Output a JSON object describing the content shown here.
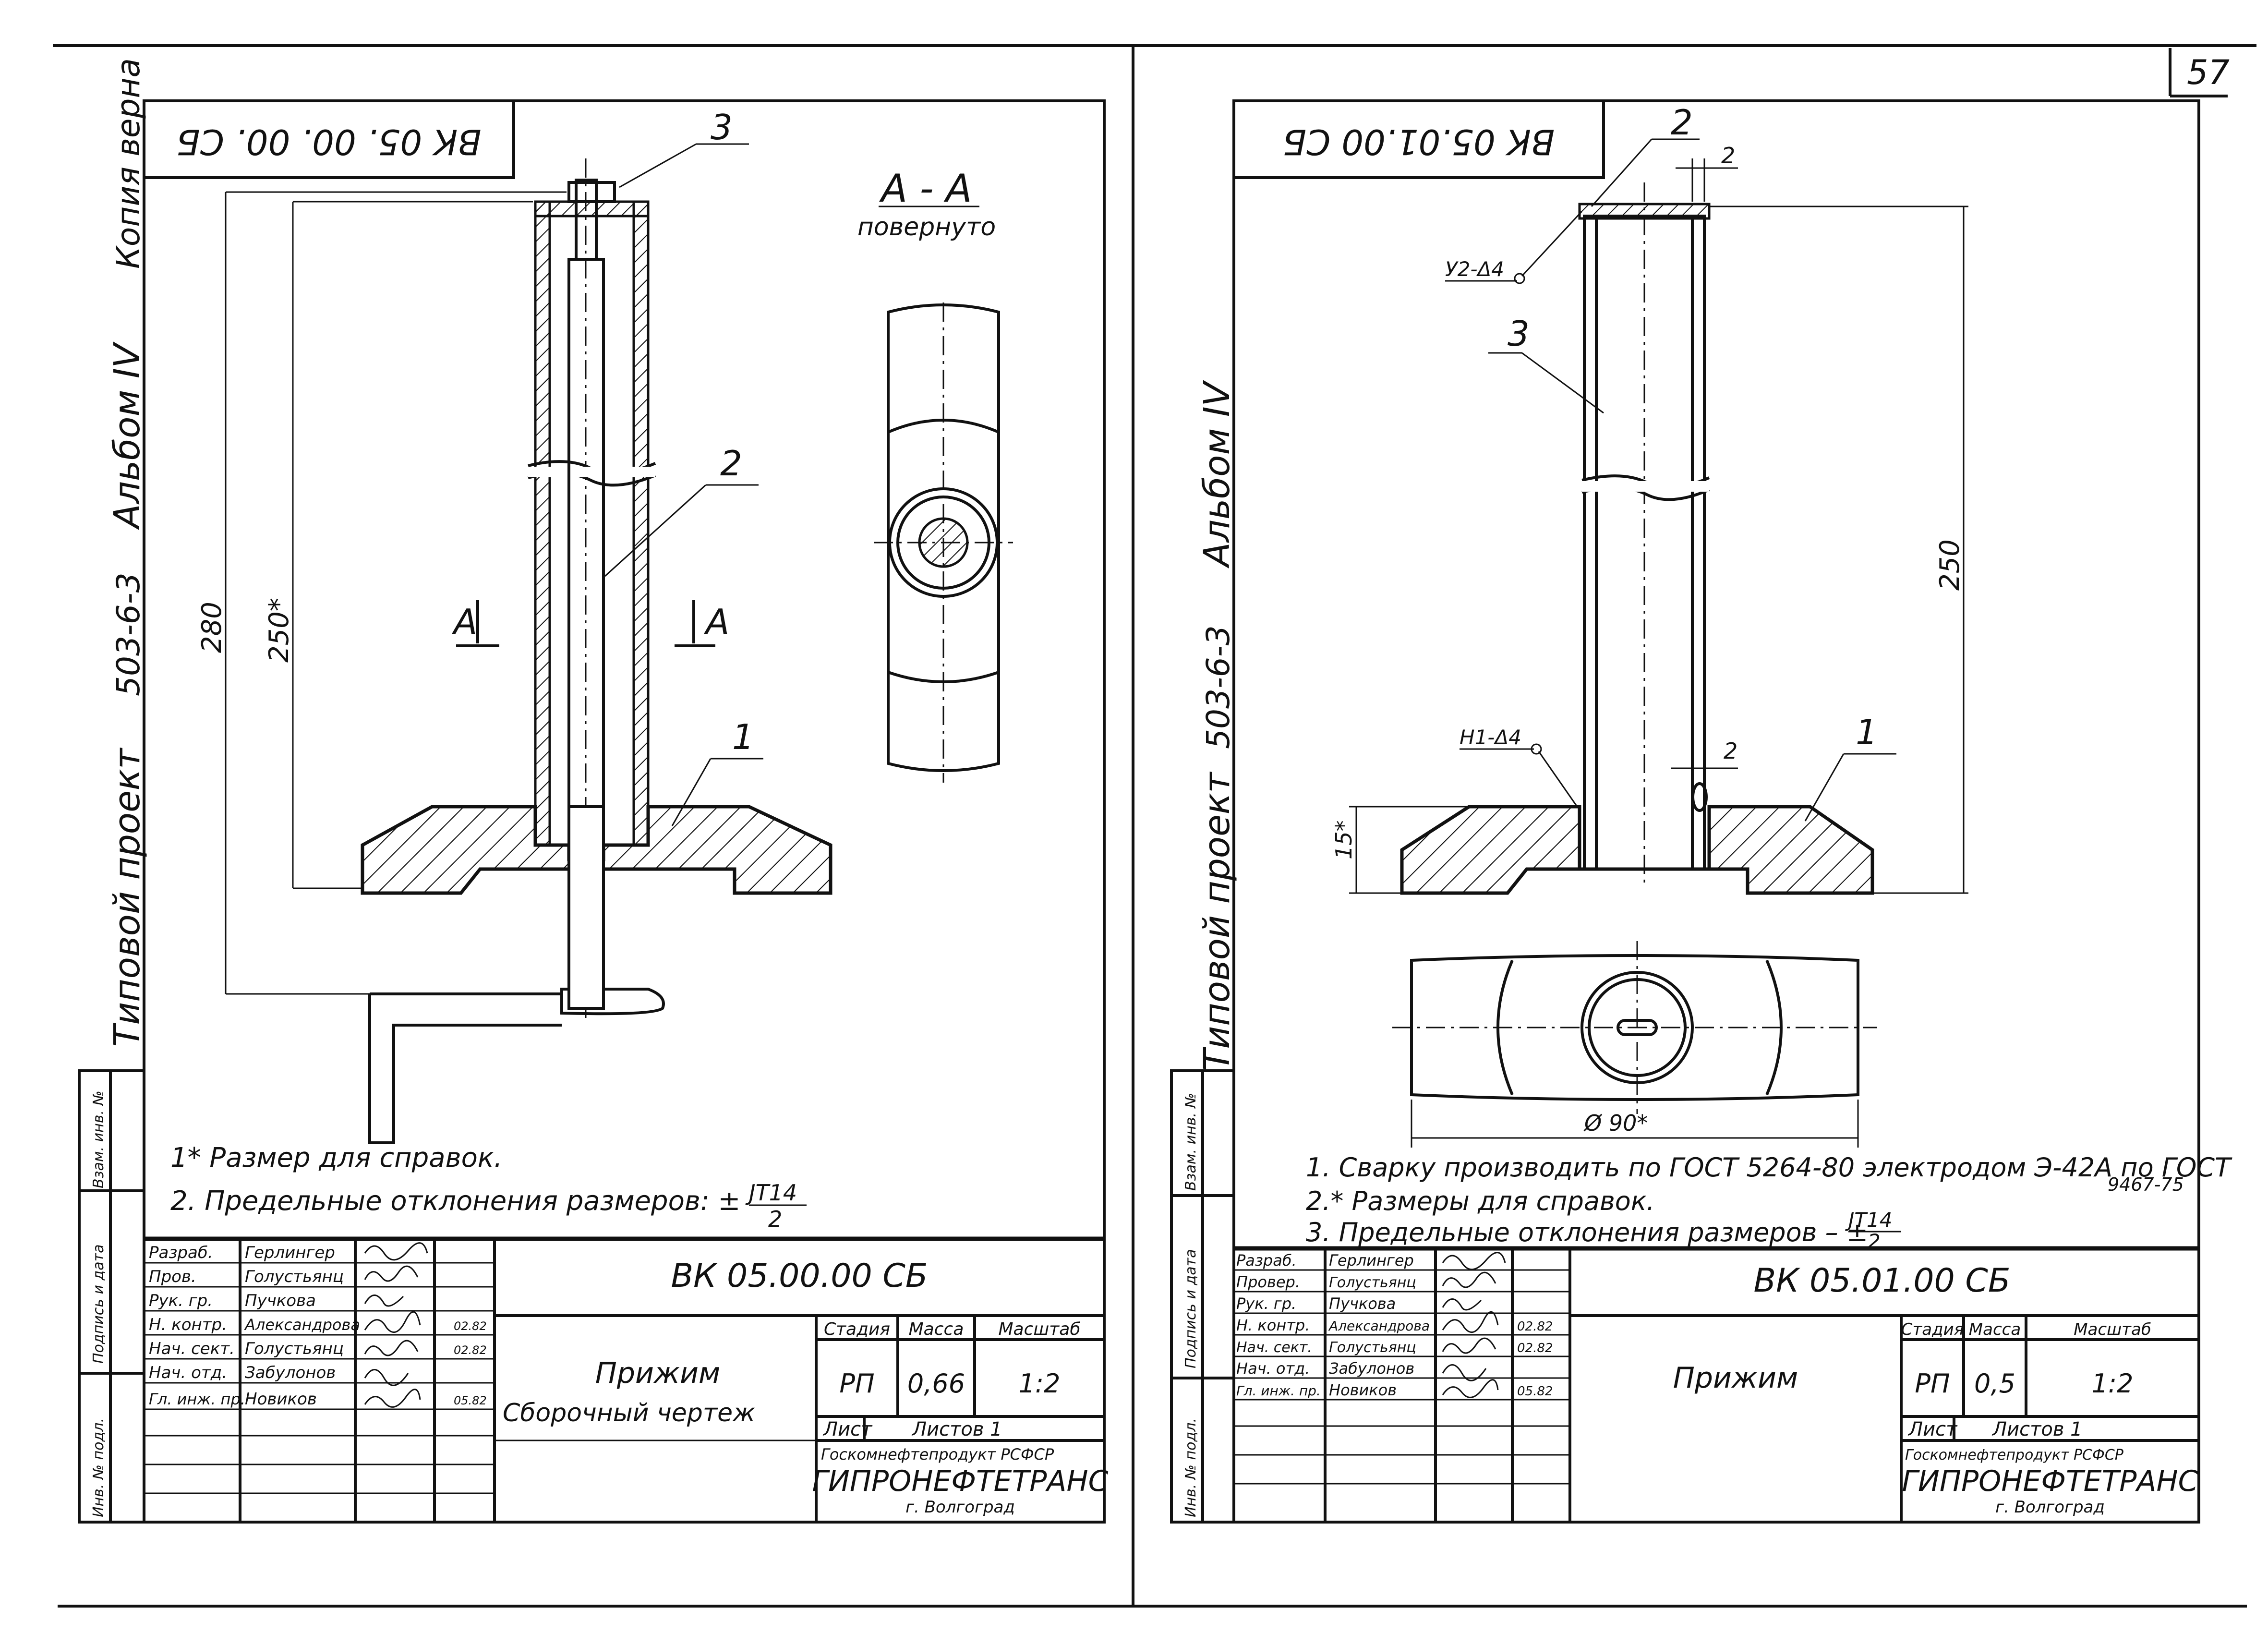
{
  "page_number": "57",
  "left_sheet": {
    "side_text": {
      "project": "Типовой проект",
      "code": "503-6-3",
      "album": "Альбом IV",
      "copy": "Копия верна"
    },
    "left_margin": {
      "inv_podl": "Инв. № подл.",
      "podpis_data": "Подпись и дата",
      "vzam_inv": "Взам. инв. №"
    },
    "rotated_code": "ВК 05. 00. 00. СБ",
    "callouts": [
      "1",
      "2",
      "3"
    ],
    "dimensions": {
      "total": "280",
      "height": "250*"
    },
    "section": {
      "title": "А - А",
      "subtitle": "повернуто",
      "mark_a": "А"
    },
    "notes": [
      "1* Размер для справок.",
      "2. Предельные отклонения размеров: ±"
    ],
    "tolerance": {
      "num": "JT14",
      "den": "2"
    },
    "title_block": {
      "code": "ВК 05.00.00 СБ",
      "name": "Прижим",
      "desc": "Сборочный чертеж",
      "stage_h": "Стадия",
      "mass_h": "Масса",
      "scale_h": "Масштаб",
      "stage": "РП",
      "mass": "0,66",
      "scale": "1:2",
      "sheet": "Лист",
      "sheets": "Листов 1",
      "org": "Госкомнефтепродукт РСФСР",
      "institute": "ГИПРОНЕФТЕТРАНС",
      "city": "г. Волгоград",
      "rows": [
        {
          "role": "Разраб.",
          "name": "Герлингер",
          "date": ""
        },
        {
          "role": "Пров.",
          "name": "Голустьянц",
          "date": ""
        },
        {
          "role": "Рук. гр.",
          "name": "Пучкова",
          "date": ""
        },
        {
          "role": "Н. контр.",
          "name": "Александрова",
          "date": "02.82"
        },
        {
          "role": "Нач. сект.",
          "name": "Голустьянц",
          "date": "02.82"
        },
        {
          "role": "Нач. отд.",
          "name": "Забулонов",
          "date": ""
        },
        {
          "role": "Гл. инж. пр.",
          "name": "Новиков",
          "date": "05.82"
        }
      ]
    }
  },
  "right_sheet": {
    "side_text": {
      "project": "Типовой проект",
      "code": "503-6-3",
      "album": "Альбом IV"
    },
    "left_margin": {
      "inv_podl": "Инв. № подл.",
      "podpis_data": "Подпись и дата",
      "vzam_inv": "Взам. инв. №"
    },
    "rotated_code": "ВК 05.01.00 СБ",
    "callouts": [
      "1",
      "2",
      "3"
    ],
    "weld_marks": {
      "top": "У2-Δ4",
      "bottom": "Н1-Δ4"
    },
    "dimensions": {
      "height": "250",
      "base": "15*",
      "gap_top": "2",
      "gap_bottom": "2",
      "diameter": "Ø 90*"
    },
    "notes": [
      "1. Сварку производить по ГОСТ 5264-80 электродом Э-42А по ГОСТ",
      "2.* Размеры для справок.",
      "3. Предельные отклонения размеров – ±"
    ],
    "note_gost": "9467-75",
    "tolerance": {
      "num": "JT14",
      "den": "2"
    },
    "title_block": {
      "code": "ВК 05.01.00 СБ",
      "name": "Прижим",
      "stage_h": "Стадия",
      "mass_h": "Масса",
      "scale_h": "Масштаб",
      "stage": "РП",
      "mass": "0,5",
      "scale": "1:2",
      "sheet": "Лист",
      "sheets": "Листов 1",
      "org": "Госкомнефтепродукт РСФСР",
      "institute": "ГИПРОНЕФТЕТРАНС",
      "city": "г. Волгоград",
      "rows": [
        {
          "role": "Разраб.",
          "name": "Герлингер",
          "date": ""
        },
        {
          "role": "Провер.",
          "name": "Голустьянц",
          "date": ""
        },
        {
          "role": "Рук. гр.",
          "name": "Пучкова",
          "date": ""
        },
        {
          "role": "Н. контр.",
          "name": "Александрова",
          "date": "02.82"
        },
        {
          "role": "Нач. сект.",
          "name": "Голустьянц",
          "date": "02.82"
        },
        {
          "role": "Нач. отд.",
          "name": "Забулонов",
          "date": ""
        },
        {
          "role": "Гл. инж. пр.",
          "name": "Новиков",
          "date": "05.82"
        }
      ]
    }
  }
}
